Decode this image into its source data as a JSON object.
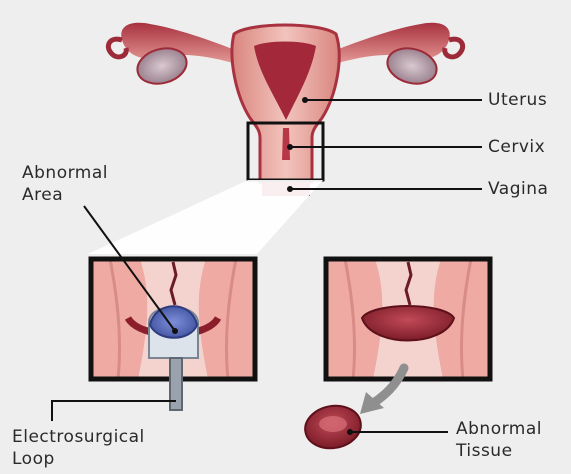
{
  "labels": {
    "uterus": "Uterus",
    "cervix": "Cervix",
    "vagina": "Vagina",
    "abnormal_area_line1": "Abnormal",
    "abnormal_area_line2": "Area",
    "electrosurgical_loop_line1": "Electrosurgical",
    "electrosurgical_loop_line2": "Loop",
    "abnormal_tissue_line1": "Abnormal",
    "abnormal_tissue_line2": "Tissue"
  },
  "colors": {
    "background": "#eeeeee",
    "tissue_pink": "#e8a7a0",
    "tissue_dark": "#8c1e2c",
    "ovary": "#b9a2ad",
    "loop_blue": "#4f63b3",
    "frame": "#111111"
  }
}
